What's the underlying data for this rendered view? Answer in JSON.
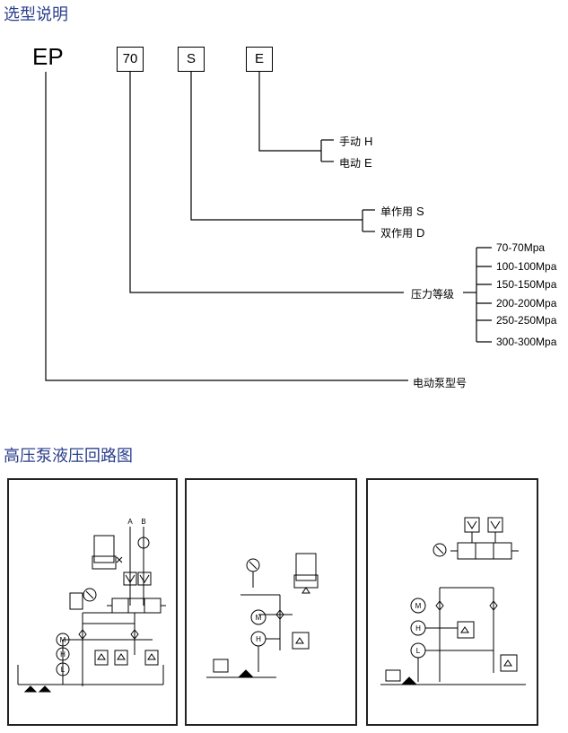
{
  "selection": {
    "title": "选型说明",
    "prefix": "EP",
    "codes": [
      "70",
      "S",
      "E"
    ],
    "operation": [
      {
        "name": "手动",
        "code": "H"
      },
      {
        "name": "电动",
        "code": "E"
      }
    ],
    "action": [
      {
        "name": "单作用",
        "code": "S"
      },
      {
        "name": "双作用",
        "code": "D"
      }
    ],
    "pressure_grade_label": "压力等级",
    "pressure_options": [
      "70-70Mpa",
      "100-100Mpa",
      "150-150Mpa",
      "200-200Mpa",
      "250-250Mpa",
      "300-300Mpa"
    ],
    "pump_model_label": "电动泵型号"
  },
  "circuits": {
    "title": "高压泵液压回路图",
    "port_labels": [
      "A",
      "B"
    ],
    "motor_symbol": "M",
    "high_symbol": "H",
    "low_symbol": "L"
  },
  "colors": {
    "title_blue": "#2b3f8c",
    "line": "#000000"
  }
}
